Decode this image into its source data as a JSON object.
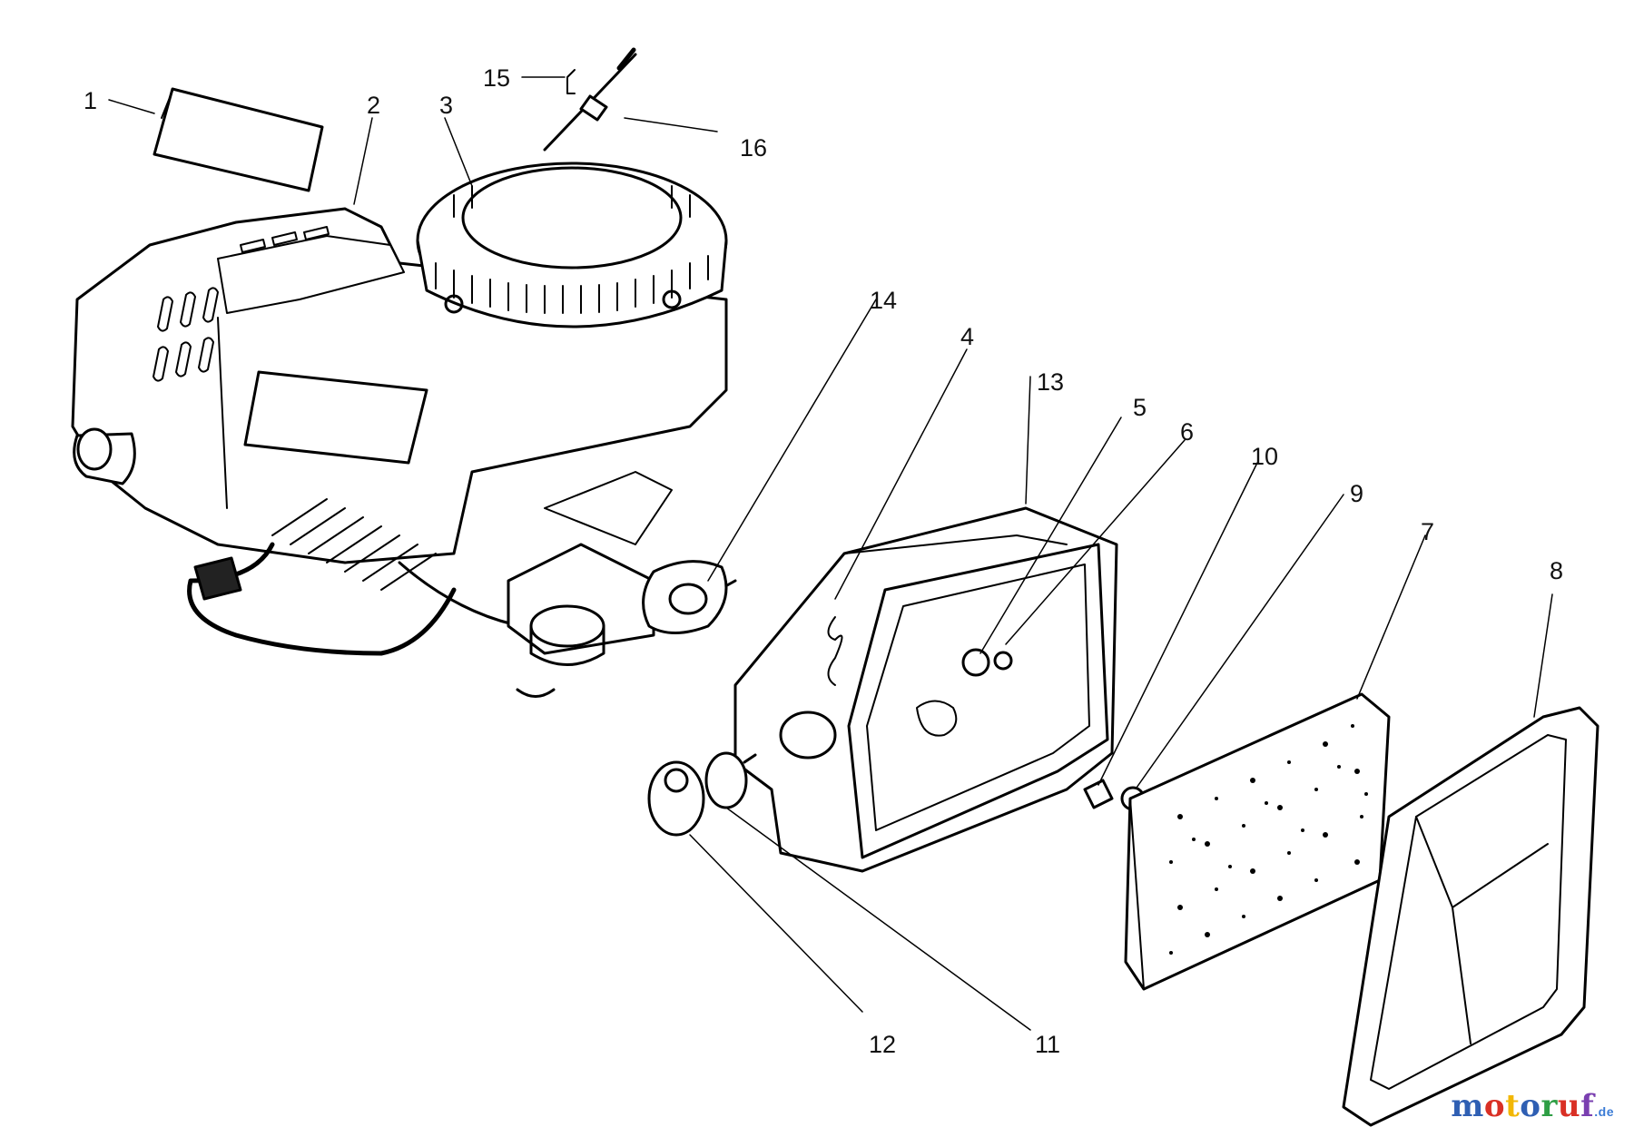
{
  "callouts": [
    {
      "id": "1",
      "text": "1"
    },
    {
      "id": "2",
      "text": "2"
    },
    {
      "id": "3",
      "text": "3"
    },
    {
      "id": "4",
      "text": "4"
    },
    {
      "id": "5",
      "text": "5"
    },
    {
      "id": "6",
      "text": "6"
    },
    {
      "id": "7",
      "text": "7"
    },
    {
      "id": "8",
      "text": "8"
    },
    {
      "id": "9",
      "text": "9"
    },
    {
      "id": "10",
      "text": "10"
    },
    {
      "id": "11",
      "text": "11"
    },
    {
      "id": "12",
      "text": "12"
    },
    {
      "id": "13",
      "text": "13"
    },
    {
      "id": "14",
      "text": "14"
    },
    {
      "id": "15",
      "text": "15"
    },
    {
      "id": "16",
      "text": "16"
    }
  ],
  "watermark": {
    "letters": [
      "m",
      "o",
      "t",
      "o",
      "r",
      "u",
      "f"
    ],
    "colors": [
      "#2f5fb3",
      "#d93025",
      "#f2b705",
      "#2f5fb3",
      "#2e9e44",
      "#d93025",
      "#7a3fb0"
    ],
    "domain": ".de"
  }
}
